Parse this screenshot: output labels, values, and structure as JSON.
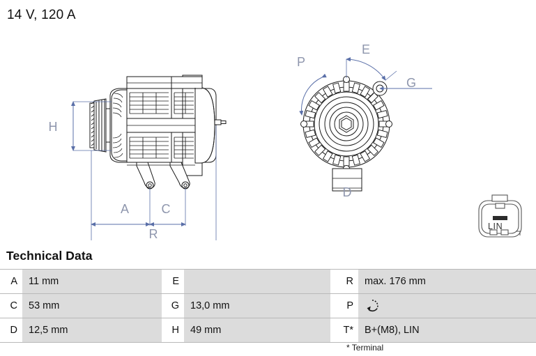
{
  "header": {
    "title": "14 V, 120 A"
  },
  "drawing": {
    "side_view": {
      "name": "alternator-side-view",
      "dimension_labels": [
        "H",
        "A",
        "C",
        "R"
      ]
    },
    "end_view": {
      "name": "alternator-end-view",
      "dimension_labels": [
        "E",
        "G",
        "P",
        "D"
      ]
    },
    "connector": {
      "name": "lin-connector",
      "label": "LIN"
    }
  },
  "technical_data": {
    "heading": "Technical Data",
    "rows": [
      {
        "label1": "A",
        "value1": "11 mm",
        "label2": "E",
        "value2": "",
        "label3": "R",
        "value3": "max. 176 mm"
      },
      {
        "label1": "C",
        "value1": "53 mm",
        "label2": "G",
        "value2": "13,0 mm",
        "label3": "P",
        "value3": ""
      },
      {
        "label1": "D",
        "value1": "12,5 mm",
        "label2": "H",
        "value2": "49 mm",
        "label3": "T*",
        "value3": "B+(M8), LIN"
      }
    ],
    "footnote": "* Terminal"
  },
  "colors": {
    "dimension_blue": "#5a6fa8",
    "dimension_text": "#8e96ad",
    "table_value_bg": "#dcdcdc",
    "line_black": "#1a1a1a"
  }
}
